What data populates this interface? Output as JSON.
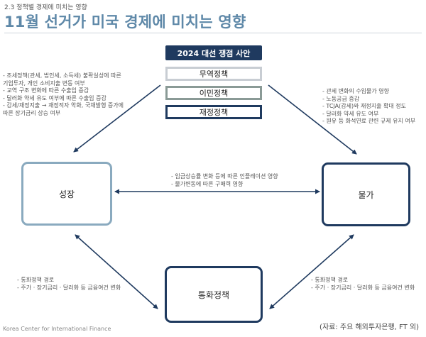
{
  "header": {
    "section": "2.3 정책별 경제에 미치는 영향",
    "title": "11월 선거가 미국 경제에 미치는 영향"
  },
  "issues": {
    "heading": "2024 대선 쟁점 사안",
    "items": [
      "무역정책",
      "이민정책",
      "재정정책"
    ]
  },
  "nodes": {
    "growth": "성장",
    "price": "물가",
    "monetary": "통화정책"
  },
  "notes": {
    "left": [
      "- 조세정책(관세, 법인세, 소득세) 불확실성에 따른",
      "  기업투자, 개인 소비지출 변동 여부",
      "- 교역 구조 변화에 따른 수출입 증감",
      "- 달러화 약세 유도 여부에 따른 수출입 증감",
      "- 감세/재정지출 → 재정적자 악화, 국채발행 증가에",
      "  따른 장기금리 상승 여부"
    ],
    "right": [
      "- 관세 변화의 수입물가 영향",
      "- 노동공급 증감",
      "- TCJA(감세)와 재정지출 확대 정도",
      "- 달러화 약세 유도 여부",
      "- 원유 등 화석연료 관련 규제 유지 여부"
    ],
    "center": [
      "- 임금상승률 변화 등에 따른 인플레이션 영향",
      "- 물가변동에 따른 구매력 영향"
    ],
    "bottom_left": [
      "- 통화정책 경로",
      "- 주가 · 장기금리 · 달러화 등 금융여건 변화"
    ],
    "bottom_right": [
      "- 통화정책 경로",
      "- 주가 · 장기금리 · 달러화 등 금융여건 변화"
    ]
  },
  "footer": {
    "org": "Korea Center for International Finance",
    "source": "(자료: 주요 해외투자은행, FT 외)"
  },
  "colors": {
    "title": "#5e88a8",
    "navy": "#1f3a5f",
    "growth_border": "#8aaabf",
    "trade_border": "#c8cdd3",
    "immig_border": "#8a9a96"
  }
}
